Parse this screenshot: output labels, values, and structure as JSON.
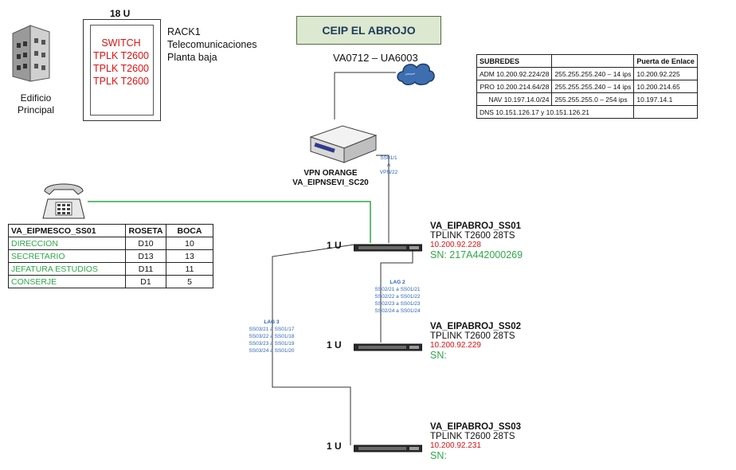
{
  "building": {
    "label_line1": "Edificio",
    "label_line2": "Principal"
  },
  "rack": {
    "units": "18 U",
    "lines": [
      "SWITCH",
      "TPLK T2600",
      "TPLK T2600",
      "TPLK T2600"
    ],
    "name": "RACK1",
    "room": "Telecomunicaciones",
    "floor": "Planta baja"
  },
  "header": {
    "title": "CEIP EL ABROJO",
    "subtitle": "VA0712 – UA6003"
  },
  "subnets": {
    "header_col1": "SUBREDES",
    "header_col3": "Puerta de Enlace",
    "rows": [
      {
        "net": "ADM 10.200.92.224/28",
        "mask": "255.255.255.240 – 14 ips",
        "gw": "10.200.92.225"
      },
      {
        "net": "PRO 10.200.214.64/28",
        "mask": "255.255.255.240 – 14 ips",
        "gw": "10.200.214.65"
      },
      {
        "net": "NAV 10.197.14.0/24",
        "mask": "255.255.255.0 – 254 ips",
        "gw": "10.197.14.1"
      }
    ],
    "dns": "DNS 10.151.126.17 y 10.151.126.21"
  },
  "vpn": {
    "label_line1": "VPN ORANGE",
    "label_line2": "VA_EIPNSEVI_SC20",
    "link_lines": [
      "SS01/1",
      "A",
      "VPN/22"
    ]
  },
  "extensions": {
    "headers": [
      "VA_EIPMESCO_SS01",
      "ROSETA",
      "BOCA"
    ],
    "rows": [
      {
        "name": "DIRECCION",
        "roseta": "D10",
        "boca": "10"
      },
      {
        "name": "SECRETARIO",
        "roseta": "D13",
        "boca": "13"
      },
      {
        "name": "JEFATURA ESTUDIOS",
        "roseta": "D11",
        "boca": "11"
      },
      {
        "name": "CONSERJE",
        "roseta": "D1",
        "boca": "5"
      }
    ]
  },
  "switches": [
    {
      "u": "1 U",
      "name": "VA_EIPABROJ_SS01",
      "model": "TPLINK T2600 28TS",
      "ip": "10.200.92.228",
      "sn": "SN: 217A442000269"
    },
    {
      "u": "1 U",
      "name": "VA_EIPABROJ_SS02",
      "model": "TPLINK T2600 28TS",
      "ip": "10.200.92.229",
      "sn": "SN:"
    },
    {
      "u": "1 U",
      "name": "VA_EIPABROJ_SS03",
      "model": "TPLINK T2600 28TS",
      "ip": "10.200.92.231",
      "sn": "SN:"
    }
  ],
  "lag2": {
    "title": "LAG 2",
    "lines": [
      "SS02/21 a SS01/21",
      "SS02/22 a SS01/22",
      "SS02/23 a SS01/23",
      "SS02/24 a SS01/24"
    ]
  },
  "lag3": {
    "title": "LAG 3",
    "lines": [
      "SS03/21 a SS01/17",
      "SS03/22 a SS01/18",
      "SS03/23 a SS01/19",
      "SS03/24 a SS01/20"
    ]
  },
  "colors": {
    "ip_red": "#e01010",
    "sn_green": "#2ea84a",
    "lag_blue": "#2a63b8",
    "title_bg": "#dce8d0",
    "phone_line": "#2ea84a"
  },
  "icons": [
    "building-icon",
    "cloud-icon",
    "router-icon",
    "phone-icon",
    "switch-icon"
  ]
}
